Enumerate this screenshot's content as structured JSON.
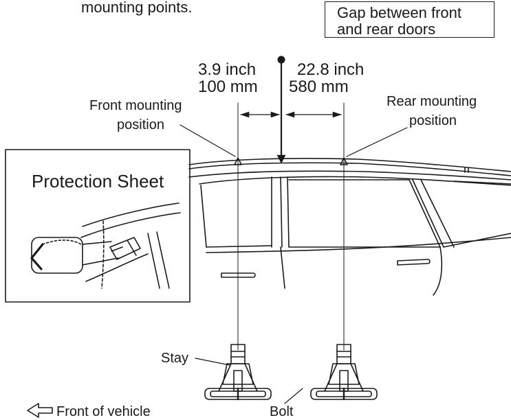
{
  "labels": {
    "caption_top": "mounting points.",
    "gap_line1": "Gap between front",
    "gap_line2": "and rear doors",
    "dim_left_inch": "3.9 inch",
    "dim_left_mm": "100 mm",
    "dim_right_inch": "22.8 inch",
    "dim_right_mm": "580 mm",
    "front_pos_line1": "Front mounting",
    "front_pos_line2": "position",
    "rear_pos_line1": "Rear mounting",
    "rear_pos_line2": "position",
    "protection_sheet": "Protection Sheet",
    "stay": "Stay",
    "bolt": "Bolt",
    "front_of_vehicle": "Front of vehicle"
  }
}
